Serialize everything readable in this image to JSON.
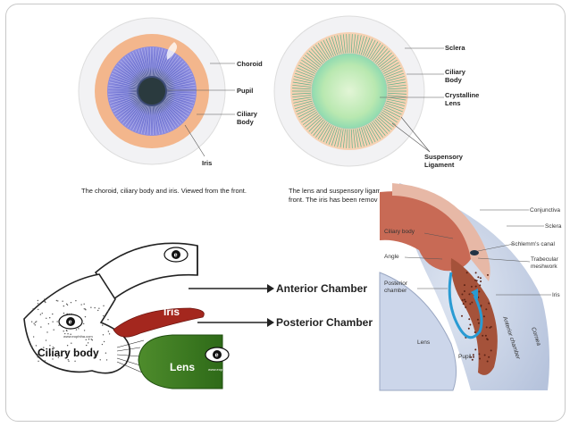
{
  "top_left": {
    "labels": {
      "choroid": "Choroid",
      "pupil": "Pupil",
      "ciliary_body": [
        "Ciliary",
        "Body"
      ],
      "iris": "Iris"
    },
    "caption": "The choroid, ciliary body and iris. Viewed from the front."
  },
  "top_right": {
    "labels": {
      "sclera": "Sclera",
      "ciliary_body": [
        "Ciliary",
        "Body"
      ],
      "lens": [
        "Crystalline",
        "Lens"
      ],
      "suspensory": [
        "Suspensory",
        "Ligament"
      ]
    },
    "caption": [
      "The lens and suspensory ligam",
      "front. The iris has been remov"
    ]
  },
  "bottom_left": {
    "labels": {
      "iris": "Iris",
      "ciliary_body": "Ciliary body",
      "lens": "Lens",
      "anterior": "Anterior Chamber",
      "posterior": "Posterior Chamber"
    },
    "watermark": "www.eophtha.com"
  },
  "bottom_right": {
    "labels": {
      "conjunctiva": "Conjunctiva",
      "sclera": "Sclera",
      "schlemm": "Schlemm's canal",
      "trabecular": [
        "Trabecular",
        "meshwork"
      ],
      "iris": "Iris",
      "ciliary_body": "Ciliary body",
      "angle": "Angle",
      "posterior_chamber": [
        "Posterior",
        "chamber"
      ],
      "lens": "Lens",
      "pupil": "Pupil",
      "anterior_chamber": "Anterior chamber",
      "cornea": "Cornea"
    }
  }
}
